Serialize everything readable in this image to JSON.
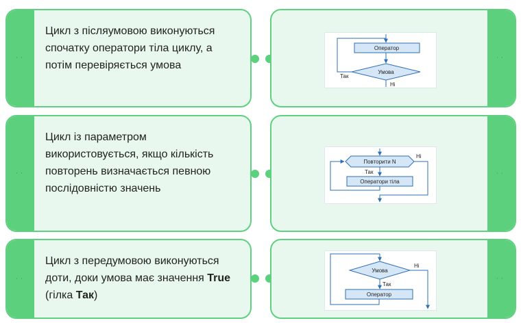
{
  "rows": [
    {
      "description": "Цикл з післяумовою виконуються спочатку оператори тіла циклу, а потім перевіряється умова",
      "diagram": {
        "operator_label": "Оператор",
        "condition_label": "Умова",
        "yes_label": "Так",
        "no_label": "Ні"
      }
    },
    {
      "description": "Цикл із параметром використовується, якщо кількість повторень визначається певною послідовністю значень",
      "diagram": {
        "loop_label": "Повторити N",
        "operator_label": "Оператори тіла",
        "yes_label": "Так",
        "no_label": "Ні"
      }
    },
    {
      "description_parts": {
        "before": "Цикл з передумовою виконуються доти, доки умова має значення ",
        "value": "True",
        "middle": " (гілка ",
        "branch": "Так",
        "after": ")"
      },
      "diagram": {
        "condition_label": "Умова",
        "operator_label": "Оператор",
        "yes_label": "Так",
        "no_label": "Ні"
      }
    }
  ],
  "colors": {
    "accent": "#5cd07c",
    "card_bg": "#e9f8ee",
    "flow_fill": "#d5e7f6",
    "flow_stroke": "#2f6fb3"
  }
}
